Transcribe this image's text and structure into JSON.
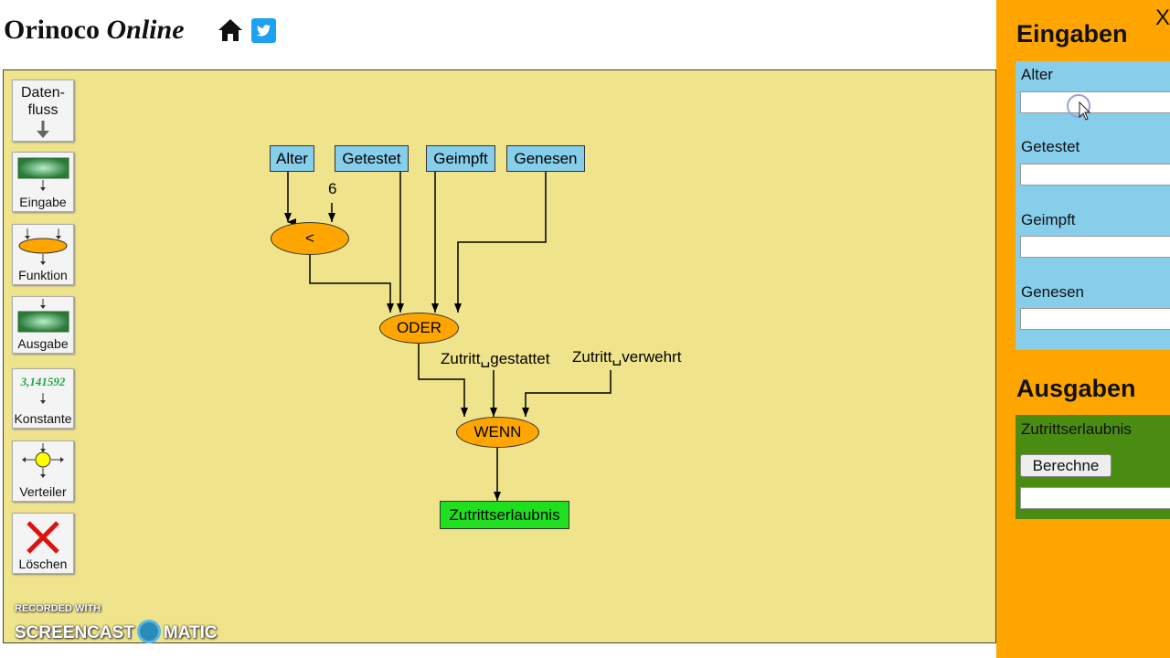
{
  "header": {
    "brand_main": "Orinoco",
    "brand_italic": "Online",
    "home_icon": "home-icon",
    "twitter_icon": "twitter-icon"
  },
  "toolbar": {
    "dataflow_line1": "Daten-",
    "dataflow_line2": "fluss",
    "input_label": "Eingabe",
    "function_label": "Funktion",
    "output_label": "Ausgabe",
    "constant_value": "3,141592",
    "constant_label": "Konstante",
    "distributor_label": "Verteiler",
    "delete_label": "Löschen"
  },
  "diagram": {
    "inputs": [
      "Alter",
      "Getestet",
      "Geimpft",
      "Genesen"
    ],
    "constants": {
      "six": "6",
      "allowed": "Zutritt␣gestattet",
      "denied": "Zutritt␣verwehrt"
    },
    "functions": {
      "less_than": "<",
      "or": "ODER",
      "if": "WENN"
    },
    "output": "Zutrittserlaubnis"
  },
  "watermark": {
    "line1": "RECORDED WITH",
    "line2a": "SCREENCAST",
    "line2b": "MATIC"
  },
  "panel": {
    "close": "X",
    "inputs_title": "Eingaben",
    "input_fields": [
      {
        "label": "Alter",
        "value": ""
      },
      {
        "label": "Getestet",
        "value": ""
      },
      {
        "label": "Geimpft",
        "value": ""
      },
      {
        "label": "Genesen",
        "value": ""
      }
    ],
    "outputs_title": "Ausgaben",
    "output_label": "Zutrittserlaubnis",
    "calc_button": "Berechne",
    "output_value": ""
  },
  "colors": {
    "canvas": "#efe48c",
    "panel": "#ffa500",
    "input_node": "#87ceeb",
    "function_node": "#ffa500",
    "output_node": "#1ee01e",
    "output_section": "#4a8c12"
  }
}
